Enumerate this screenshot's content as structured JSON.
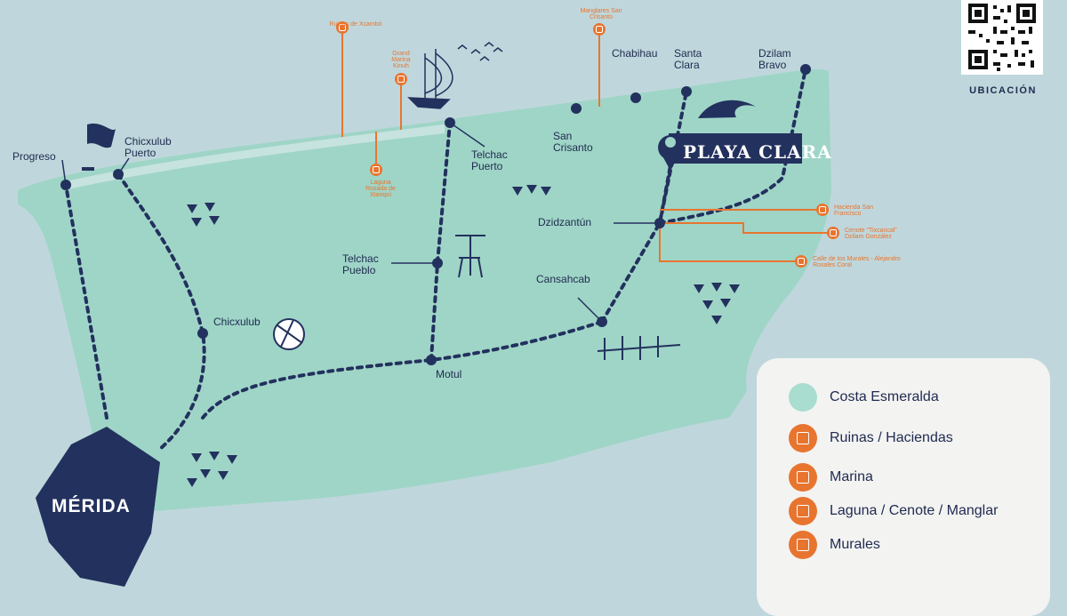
{
  "map": {
    "region_label": "MÉRIDA",
    "destination_label": "PLAYA CLARA",
    "towns": {
      "progreso": "Progreso",
      "chicxulub_puerto": "Chicxulub Puerto",
      "chicxulub": "Chicxulub",
      "telchac_puerto": "Telchac Puerto",
      "telchac_pueblo": "Telchac Pueblo",
      "motul": "Motul",
      "san_crisanto": "San Crisanto",
      "chabihau": "Chabihau",
      "santa_clara": "Santa Clara",
      "dzilam_bravo": "Dzilam Bravo",
      "dzidzantun": "Dzidzantún",
      "cansahcab": "Cansahcab"
    },
    "points_of_interest": {
      "ruinas_xcambo": "Ruinas de Xcambó",
      "grand_marina": "Grand Marina Kinuh",
      "laguna_rosada": "Laguna Rosada de Xtampú",
      "manglares": "Manglares San Crisanto",
      "hacienda": "Hacienda San Francisco",
      "cenote": "Cenote \"Tixcancal\" Dzilam González",
      "calle_murales": "Calle de los Murales - Alejandro Rosales Coral"
    },
    "colors": {
      "land": "#9fd5c7",
      "sea": "#bfd7dc",
      "route": "#23315e",
      "poi": "#e8752f",
      "merida": "#23315e"
    }
  },
  "qr": {
    "caption": "UBICACIÓN"
  },
  "legend": {
    "items": [
      {
        "label": "Costa Esmeralda",
        "icon": "teal-circle",
        "color": "#a8ddd0"
      },
      {
        "label": "Ruinas / Haciendas",
        "icon": "ruins-icon",
        "color": "#e8752f"
      },
      {
        "label": "Marina",
        "icon": "anchor-icon",
        "color": "#e8752f"
      },
      {
        "label": "Laguna / Cenote / Manglar",
        "icon": "lagoon-icon",
        "color": "#e8752f"
      },
      {
        "label": "Murales",
        "icon": "palette-icon",
        "color": "#e8752f"
      }
    ]
  }
}
